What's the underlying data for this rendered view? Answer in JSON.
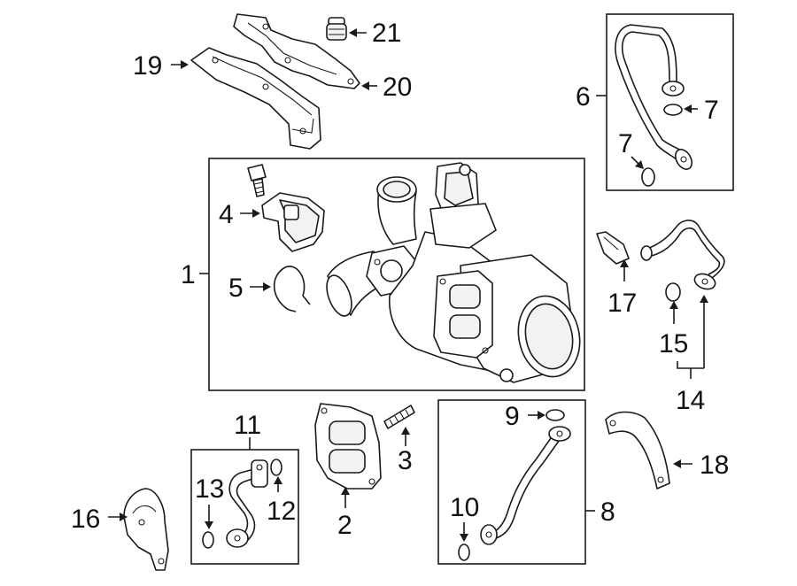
{
  "diagram": {
    "callouts": {
      "c1": "1",
      "c2": "2",
      "c3": "3",
      "c4": "4",
      "c5": "5",
      "c6": "6",
      "c7a": "7",
      "c7b": "7",
      "c8": "8",
      "c9": "9",
      "c10": "10",
      "c11": "11",
      "c12": "12",
      "c13": "13",
      "c14": "14",
      "c15": "15",
      "c16": "16",
      "c17": "17",
      "c18": "18",
      "c19": "19",
      "c20": "20",
      "c21": "21"
    }
  }
}
